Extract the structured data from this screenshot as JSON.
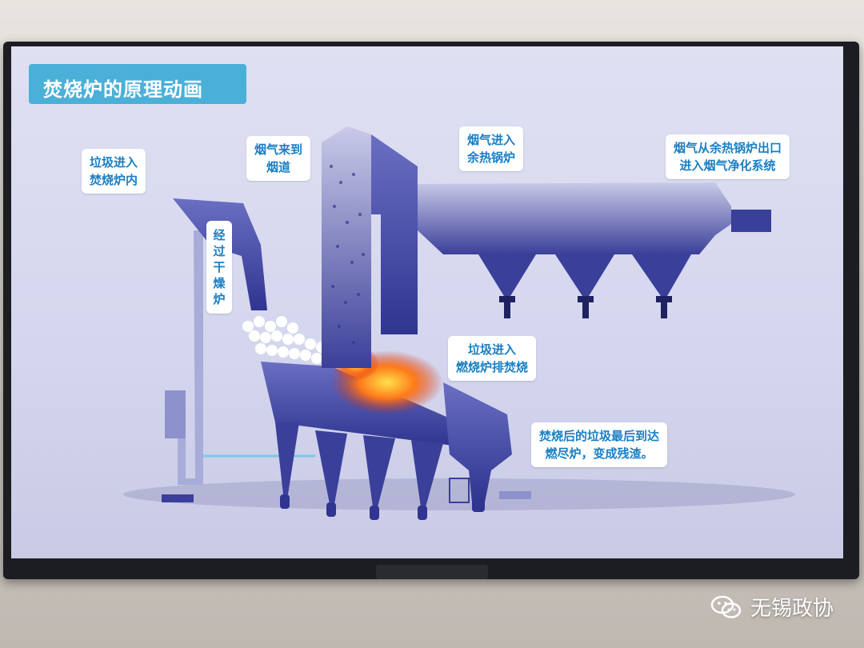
{
  "title": "焚烧炉的原理动画",
  "labels": {
    "garbage_in": [
      "垃圾进入",
      "焚烧炉内"
    ],
    "dryer": "经过干燥炉",
    "flue_gas_to_duct": [
      "烟气来到",
      "烟道"
    ],
    "flue_gas_boiler": [
      "烟气进入",
      "余热锅炉"
    ],
    "flue_gas_exit": [
      "烟气从余热锅炉出口",
      "进入烟气净化系统"
    ],
    "grate_burn": [
      "垃圾进入",
      "燃烧炉排焚烧"
    ],
    "burnout": [
      "焚烧后的垃圾最后到达",
      "燃尽炉，变成残渣。"
    ]
  },
  "watermark": "无锡政协",
  "icons": [
    "wechat-icon"
  ],
  "colors": {
    "title_bg": "#4bb0d8",
    "label_text": "#1a7fc4",
    "machine": "#3a3f9a"
  }
}
